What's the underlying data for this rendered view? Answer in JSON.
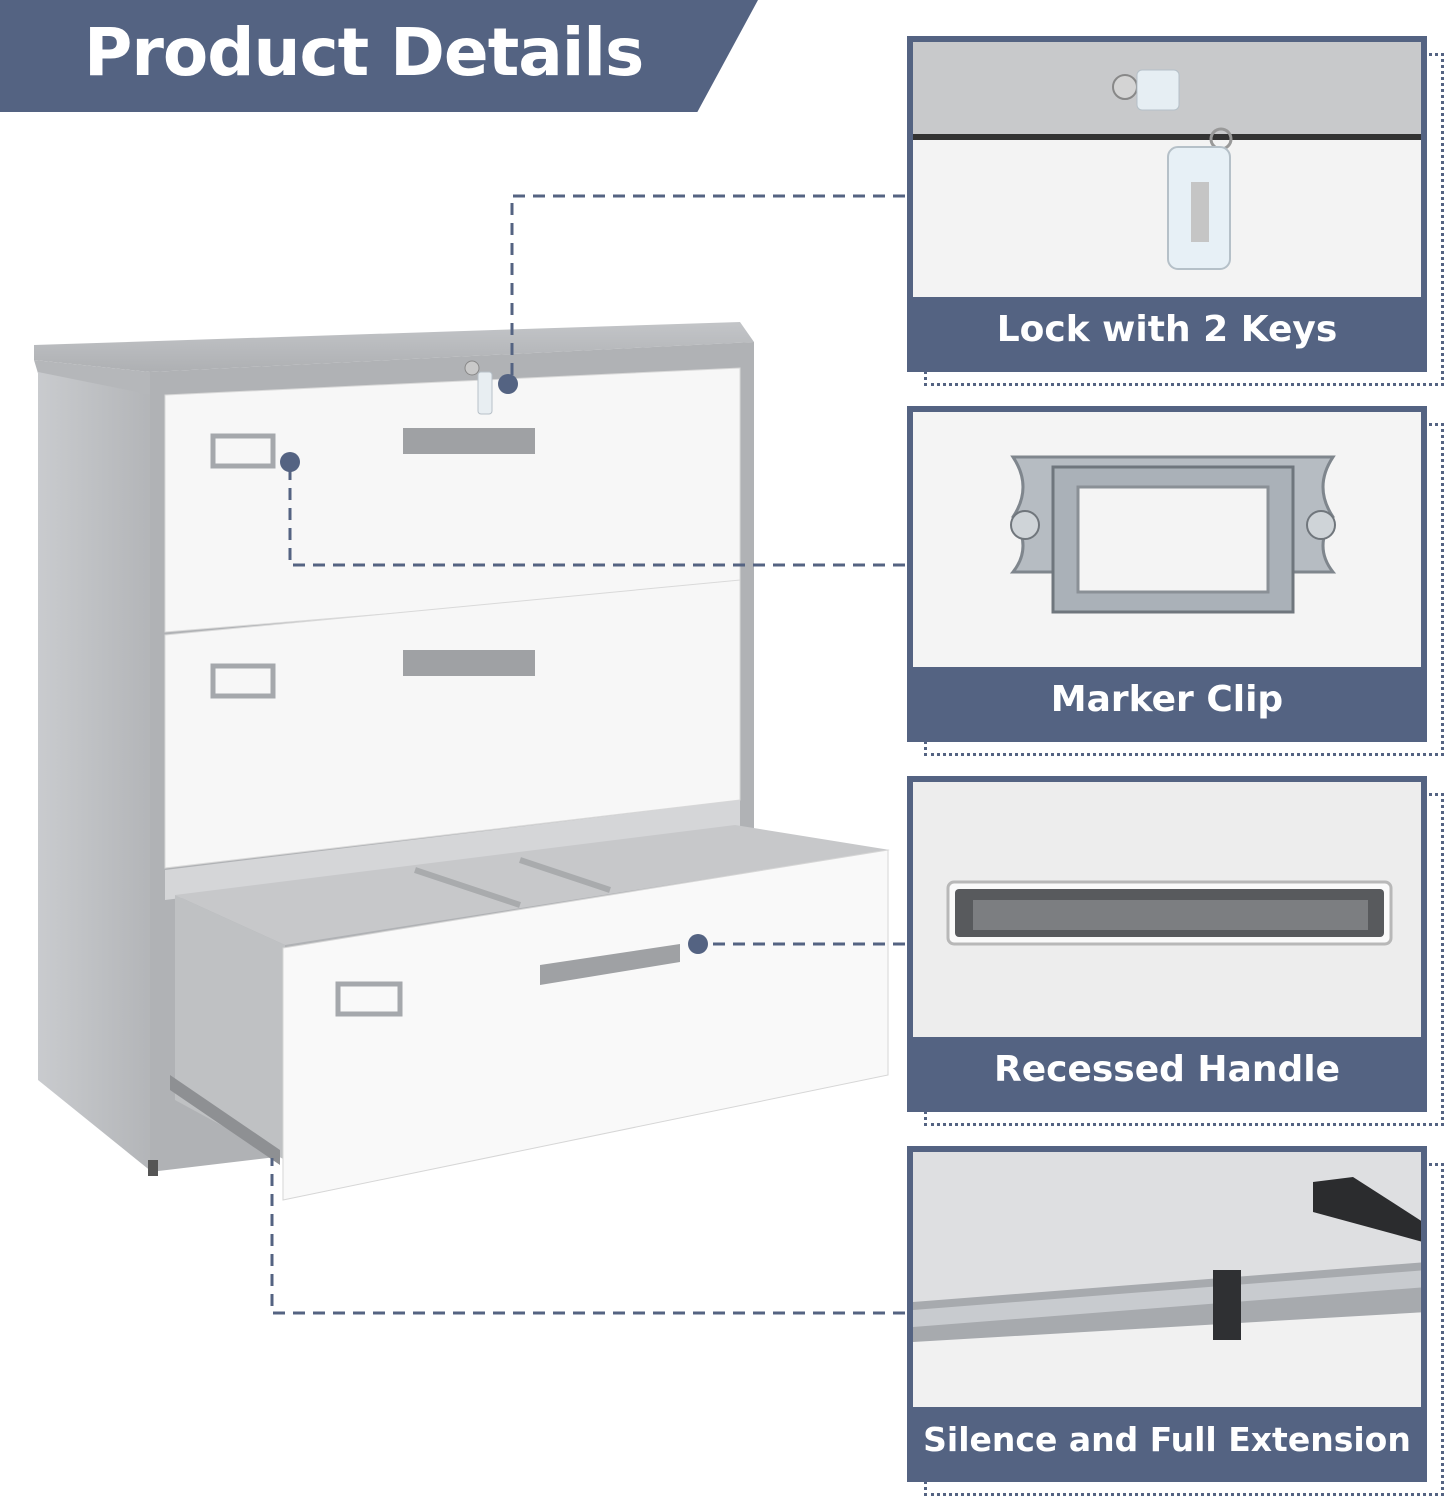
{
  "title": "Product Details",
  "accent_color": "#546382",
  "features": [
    {
      "label": "Lock with 2 Keys",
      "icon": "lock-key-icon"
    },
    {
      "label": "Marker Clip",
      "icon": "label-holder-icon"
    },
    {
      "label": "Recessed Handle",
      "icon": "recessed-handle-icon"
    },
    {
      "label": "Silence and Full Extension",
      "icon": "drawer-slide-icon"
    }
  ]
}
